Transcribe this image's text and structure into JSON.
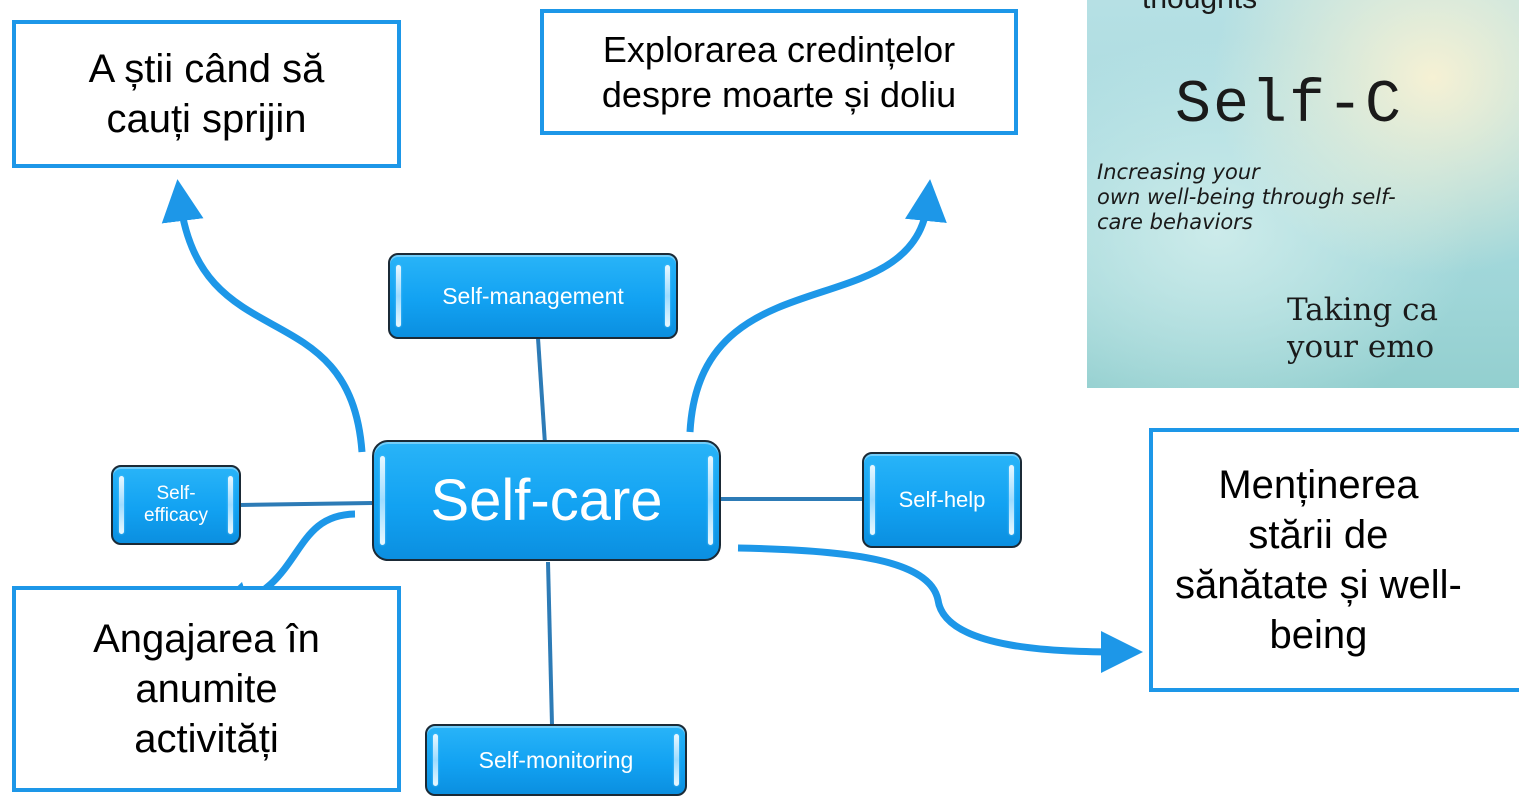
{
  "central": {
    "label": "Self-care"
  },
  "satellites": {
    "management": "Self-management",
    "efficacy": "Self-\nefficacy",
    "help": "Self-help",
    "monitoring": "Self-monitoring"
  },
  "callouts": {
    "support": "A știi când să\ncauți sprijin",
    "beliefs": "Explorarea credințelor\ndespre moarte și doliu",
    "activities": "Angajarea în\nanumite\nactivități",
    "wellbeing": "Menținerea\nstării de\nsănătate și well-\nbeing"
  },
  "panel": {
    "thoughts": "thoughts",
    "title": "Self-C",
    "subtitle": "Increasing your\nown well-being through self-\ncare behaviors",
    "taking": "Taking ca\nyour emo"
  },
  "colors": {
    "accent": "#1d97e8",
    "node_fill": "#12a2f2",
    "line": "#2d7bb6"
  }
}
